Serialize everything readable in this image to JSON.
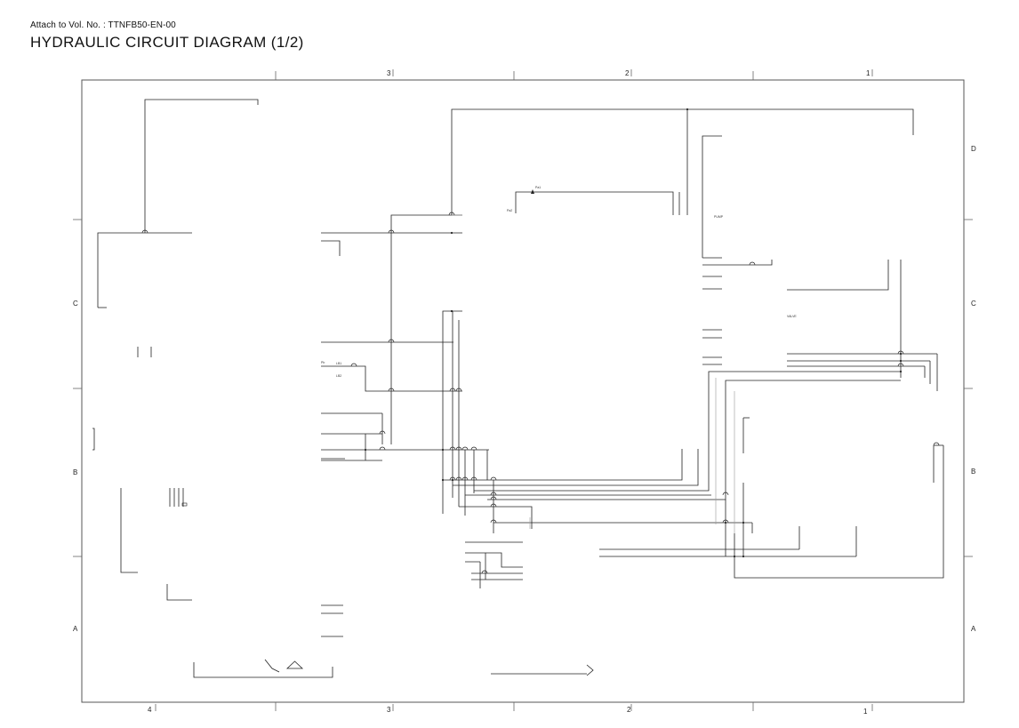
{
  "header": {
    "attach_text": "Attach to Vol. No. : TTNFB50-EN-00",
    "title": "HYDRAULIC CIRCUIT DIAGRAM (1/2)"
  },
  "border": {
    "top_columns": [
      "3",
      "2",
      "1"
    ],
    "bottom_columns": [
      "4",
      "3",
      "2",
      "1"
    ],
    "left_rows": [
      "C",
      "B",
      "A"
    ],
    "right_rows": [
      "D",
      "C",
      "B",
      "A"
    ]
  },
  "labels": {
    "pa1": "Pa1",
    "pa2": "Pa2",
    "lb1": "LB1",
    "lb2": "LB2",
    "pb": "Pb",
    "pump": "PUMP",
    "valve": "VALVE"
  }
}
